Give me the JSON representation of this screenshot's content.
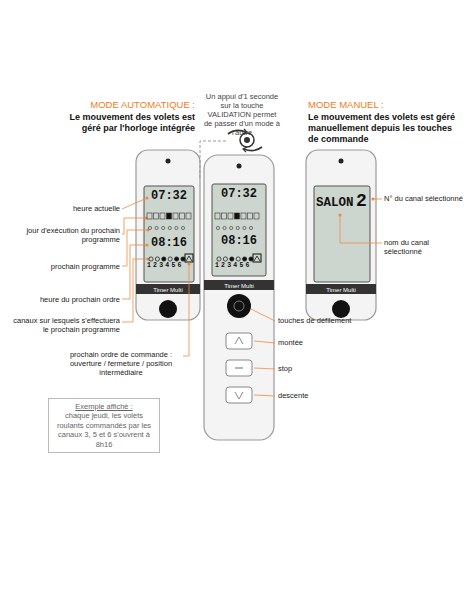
{
  "diagram": {
    "nodes": [
      {
        "text": [
          "Exemple affiché :",
          "chaque jeudi, les volets roulants commandés par les canaux 3, 5 et 6 s'ouvrent à 8h16"
        ]
      }
    ],
    "labels": [
      "MODE AUTOMATIQUE :",
      "Le mouvement des volets est géré par l'horloge intégrée",
      "Un appui d'1 seconde sur la touche VALIDATION permet de passer d'un mode à l'autre",
      "MODE MANUEL :",
      "Le mouvement des volets est géré manuellement depuis les touches de commande",
      "heure actuelle",
      "jour d'exécution du prochain programme",
      "prochain programme",
      "heure du prochain ordre",
      "canaux sur lesquels s'effectuera le prochain programme",
      "prochain ordre de commande : ouverture / fermeture / position intermédiaire",
      "touches de défilement",
      "montée",
      "stop",
      "descente",
      "N° du canal sélectionné",
      "nom du canal sélectionné",
      "07:32",
      "08:16",
      "123456",
      "Timer Multi",
      "07:32",
      "08:16",
      "123456",
      "Timer Multi",
      "SALON",
      "2",
      "Timer Multi"
    ]
  }
}
